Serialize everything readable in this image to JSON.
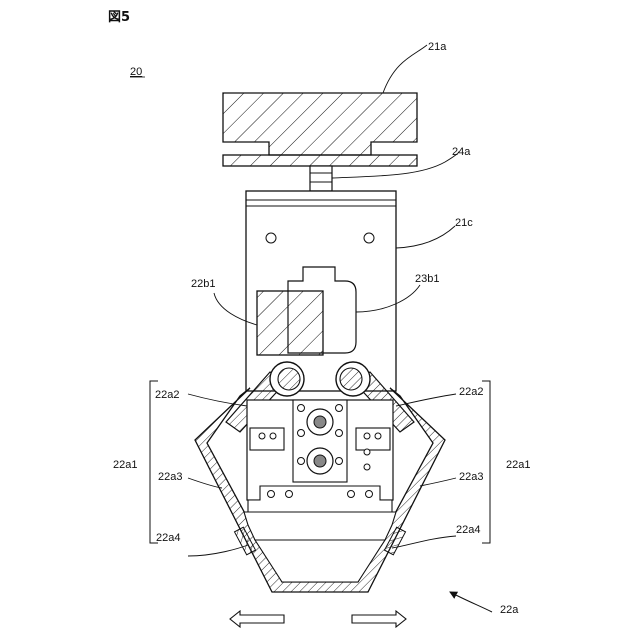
{
  "figure": {
    "title": "図5",
    "ref_main": "20"
  },
  "labels": {
    "l21a": "21a",
    "l24a": "24a",
    "l21c": "21c",
    "l22b1": "22b1",
    "l23b1": "23b1",
    "l22a2_left": "22a2",
    "l22a2_right": "22a2",
    "l22a1_left": "22a1",
    "l22a1_right": "22a1",
    "l22a3_left": "22a3",
    "l22a3_right": "22a3",
    "l22a4_left": "22a4",
    "l22a4_right": "22a4",
    "l22a": "22a"
  },
  "colors": {
    "line": "#111111",
    "fill": "#ffffff",
    "hole": "#888888"
  }
}
